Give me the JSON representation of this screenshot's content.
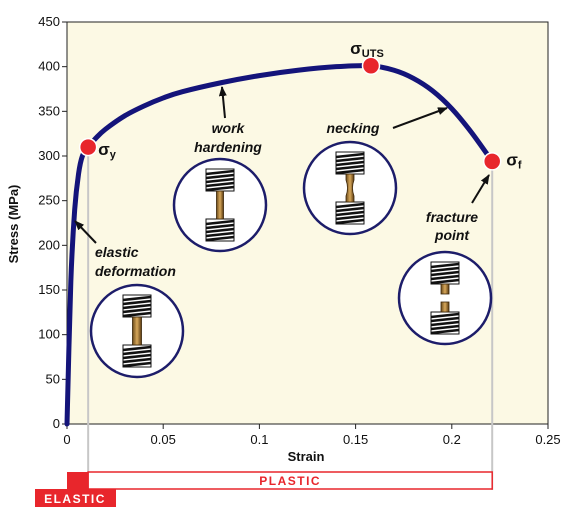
{
  "chart_data": {
    "type": "line",
    "xlabel": "Strain",
    "ylabel": "Stress (MPa)",
    "xlim": [
      0,
      0.25
    ],
    "ylim": [
      0,
      450
    ],
    "x_ticks": [
      "0",
      "0.05",
      "0.1",
      "0.15",
      "0.2",
      "0.25"
    ],
    "y_ticks": [
      "0",
      "50",
      "100",
      "150",
      "200",
      "250",
      "300",
      "350",
      "400",
      "450"
    ],
    "grid": false,
    "background_color": "#fcf9e4",
    "curve_color": "#14147a",
    "point_color": "#e8262c",
    "series": [
      {
        "x": [
          0,
          0.002,
          0.004,
          0.006,
          0.008,
          0.011,
          0.015,
          0.02,
          0.03,
          0.04,
          0.05,
          0.06,
          0.08,
          0.1,
          0.12,
          0.14,
          0.158,
          0.17,
          0.18,
          0.19,
          0.2,
          0.21,
          0.221
        ],
        "y": [
          0,
          160,
          240,
          280,
          300,
          310,
          320,
          330,
          345,
          356,
          365,
          372,
          382,
          390,
          396,
          400,
          401,
          396,
          387,
          373,
          353,
          327,
          294
        ]
      }
    ],
    "points": [
      {
        "name": "sigma-y",
        "symbol": "σ",
        "subscript": "y",
        "x": 0.011,
        "y": 310
      },
      {
        "name": "sigma-uts",
        "symbol": "σ",
        "subscript": "UTS",
        "x": 0.158,
        "y": 401
      },
      {
        "name": "sigma-f",
        "symbol": "σ",
        "subscript": "f",
        "x": 0.221,
        "y": 294
      }
    ],
    "annotations": [
      {
        "name": "elastic-deformation",
        "lines": [
          "elastic",
          "deformation"
        ]
      },
      {
        "name": "work-hardening",
        "lines": [
          "work",
          "hardening"
        ]
      },
      {
        "name": "necking",
        "lines": [
          "necking"
        ]
      },
      {
        "name": "fracture-point",
        "lines": [
          "fracture",
          "point"
        ]
      }
    ],
    "regions": [
      {
        "name": "elastic",
        "label": "ELASTIC",
        "x_range": [
          0,
          0.011
        ],
        "color": "#e8262c"
      },
      {
        "name": "plastic",
        "label": "PLASTIC",
        "x_range": [
          0.011,
          0.221
        ],
        "color": "#e8262c"
      }
    ]
  }
}
